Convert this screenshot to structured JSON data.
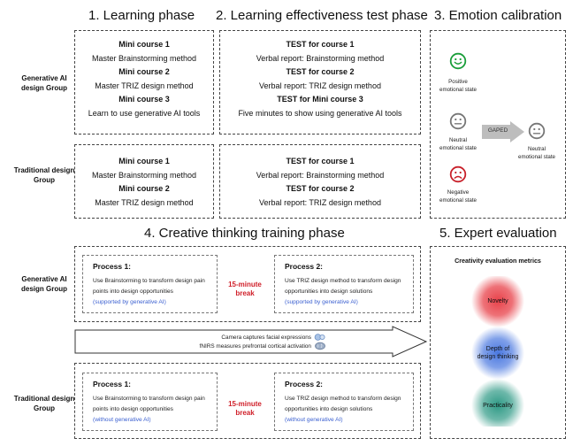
{
  "titles": {
    "learning": "1. Learning phase",
    "test": "2. Learning effectiveness test phase",
    "emotion": "3. Emotion calibration",
    "creative": "4. Creative thinking training phase",
    "expert": "5. Expert evaluation"
  },
  "groups": {
    "gen_ai": [
      "Generative AI",
      "design Group"
    ],
    "traditional": [
      "Traditional design",
      "Group"
    ]
  },
  "learning": {
    "gen_ai": [
      {
        "text": "Mini course 1",
        "bold": true
      },
      {
        "text": "Master Brainstorming method",
        "bold": false
      },
      {
        "text": "Mini course 2",
        "bold": true
      },
      {
        "text": "Master TRIZ design method",
        "bold": false
      },
      {
        "text": "Mini course 3",
        "bold": true
      },
      {
        "text": "Learn to use generative AI tools",
        "bold": false
      }
    ],
    "traditional": [
      {
        "text": "Mini course 1",
        "bold": true
      },
      {
        "text": "Master Brainstorming method",
        "bold": false
      },
      {
        "text": "Mini course 2",
        "bold": true
      },
      {
        "text": "Master TRIZ design method",
        "bold": false
      }
    ]
  },
  "test": {
    "gen_ai": [
      {
        "text": "TEST for course 1",
        "bold": true
      },
      {
        "text": "Verbal report: Brainstorming method",
        "bold": false
      },
      {
        "text": "TEST for course 2",
        "bold": true
      },
      {
        "text": "Verbal report: TRIZ design method",
        "bold": false
      },
      {
        "text": "TEST for Mini course 3",
        "bold": true
      },
      {
        "text": "Five minutes to show using generative AI tools",
        "bold": false
      }
    ],
    "traditional": [
      {
        "text": "TEST for course 1",
        "bold": true
      },
      {
        "text": "Verbal report: Brainstorming method",
        "bold": false
      },
      {
        "text": "TEST for course 2",
        "bold": true
      },
      {
        "text": "Verbal report: TRIZ design method",
        "bold": false
      }
    ]
  },
  "emotion": {
    "positive": [
      "Positive",
      "emotional state"
    ],
    "neutral": [
      "Neutral",
      "emotional state"
    ],
    "negative": [
      "Negative",
      "emotional state"
    ],
    "neutral_after": [
      "Neutral",
      "emotional state"
    ],
    "arrow_label": "GAPED",
    "colors": {
      "positive": "#1a9e3a",
      "neutral": "#777777",
      "negative": "#c8202a"
    }
  },
  "creative": {
    "gen_ai": {
      "p1_title": "Process 1:",
      "p1_lines": [
        "Use Brainstorming  to transform design pain",
        "points into design opportunities"
      ],
      "p1_note": "(supported by generative AI)",
      "break": [
        "15-minute",
        "break"
      ],
      "p2_title": "Process 2:",
      "p2_lines": [
        "Use TRIZ design method to transform design",
        "opportunities into design solutions"
      ],
      "p2_note": "(supported by generative AI)"
    },
    "traditional": {
      "p1_title": "Process 1:",
      "p1_lines": [
        "Use Brainstorming  to transform design pain",
        "points into design opportunities"
      ],
      "p1_note": "(without generative AI)",
      "break": [
        "15-minute",
        "break"
      ],
      "p2_title": "Process 2:",
      "p2_lines": [
        "Use TRIZ design method to transform design",
        "opportunities into design solutions"
      ],
      "p2_note": "(without generative AI)"
    },
    "arrow_lines": [
      "Camera captures facial expressions",
      "fNIRS  measures prefrontal cortical activation"
    ]
  },
  "expert": {
    "heading": "Creativity evaluation metrics",
    "metrics": [
      {
        "label": [
          "Novelty"
        ],
        "color": "#e8424a"
      },
      {
        "label": [
          "Depth of",
          "design thinking"
        ],
        "color": "#4a78e0"
      },
      {
        "label": [
          "Practicality"
        ],
        "color": "#2f9a86"
      }
    ]
  },
  "colors": {
    "accent_red": "#d0202a",
    "note_blue": "#3a5fd0",
    "arrow_gray": "#bdbdbd"
  }
}
